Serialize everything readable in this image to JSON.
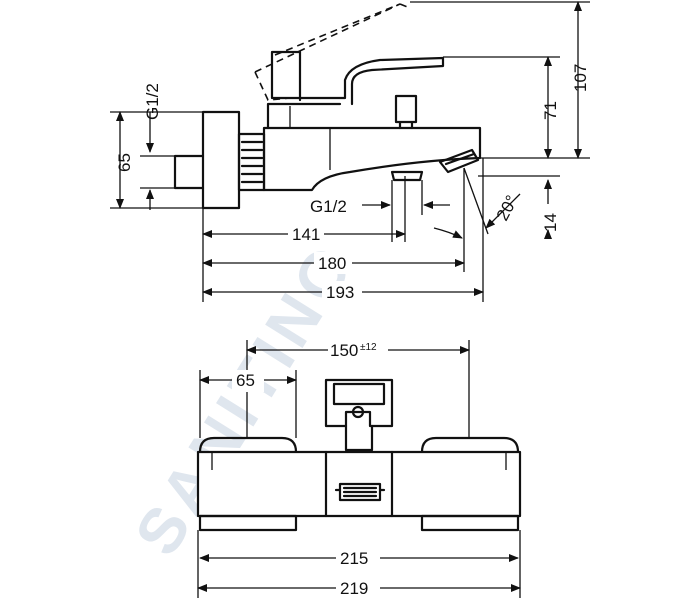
{
  "watermark": "SANITINO",
  "side_view": {
    "dimensions": {
      "thread_left": "G1/2",
      "height_65": "65",
      "thread_bottom": "G1/2",
      "length_141": "141",
      "length_180": "180",
      "length_193": "193",
      "height_71": "71",
      "height_107": "107",
      "height_14": "14",
      "angle": "20°"
    }
  },
  "front_view": {
    "dimensions": {
      "spacing_150": "150",
      "spacing_150_tolerance": "±12",
      "width_65": "65",
      "width_215": "215",
      "width_219": "219"
    }
  }
}
